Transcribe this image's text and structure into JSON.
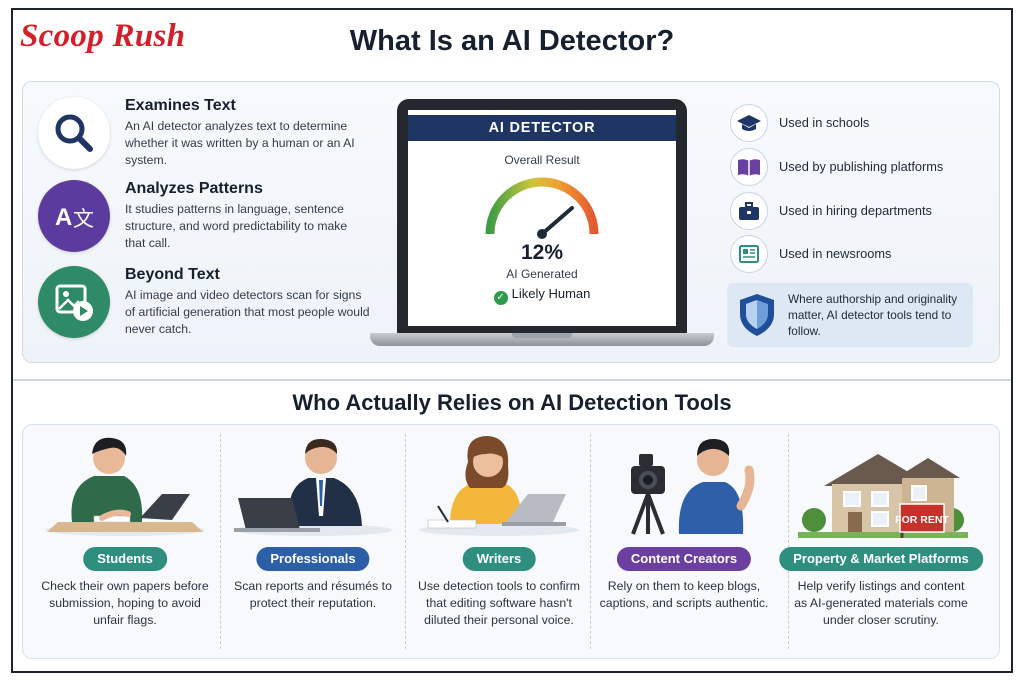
{
  "brand": "Scoop Rush",
  "title": "What Is an AI Detector?",
  "features": [
    {
      "icon": "magnifier-icon",
      "title": "Examines Text",
      "desc": "An AI detector analyzes text to determine whether it was written by a human or an AI system."
    },
    {
      "icon": "translate-icon",
      "title": "Analyzes Patterns",
      "desc": "It studies patterns in language, sentence structure, and word predictability to make that call."
    },
    {
      "icon": "image-video-icon",
      "title": "Beyond Text",
      "desc": "AI image and video detectors scan for signs of artificial generation that most people would never catch."
    }
  ],
  "detector": {
    "header": "AI DETECTOR",
    "overall_label": "Overall Result",
    "percent": "12%",
    "percent_value": 12,
    "ai_label": "AI Generated",
    "verdict": "Likely Human"
  },
  "uses": [
    {
      "icon": "graduation-cap-icon",
      "label": "Used in schools"
    },
    {
      "icon": "book-icon",
      "label": "Used by publishing platforms"
    },
    {
      "icon": "briefcase-icon",
      "label": "Used in hiring departments"
    },
    {
      "icon": "newspaper-icon",
      "label": "Used in newsrooms"
    }
  ],
  "note": "Where authorship and originality matter, AI detector tools tend to follow.",
  "subtitle": "Who Actually Relies on AI Detection Tools",
  "audiences": [
    {
      "label": "Students",
      "color": "#2f8f7f",
      "desc": "Check their own papers before submission, hoping to avoid unfair flags."
    },
    {
      "label": "Professionals",
      "color": "#2d5ea8",
      "desc": "Scan reports and résumés to protect their reputation."
    },
    {
      "label": "Writers",
      "color": "#2f8f7f",
      "desc": "Use detection tools to confirm that editing software hasn't diluted their personal voice."
    },
    {
      "label": "Content Creators",
      "color": "#6a3fa0",
      "desc": "Rely on them to keep blogs, captions, and scripts authentic."
    },
    {
      "label": "Property & Market Platforms",
      "color": "#2f8f7f",
      "desc": "Help verify listings and content as AI-generated materials come under closer scrutiny."
    }
  ],
  "rent_sign": "FOR RENT",
  "colors": {
    "brand": "#d3202a",
    "navy": "#1f3564",
    "teal": "#2f8f7f",
    "blue": "#2d5ea8",
    "purple": "#6a3fa0"
  }
}
